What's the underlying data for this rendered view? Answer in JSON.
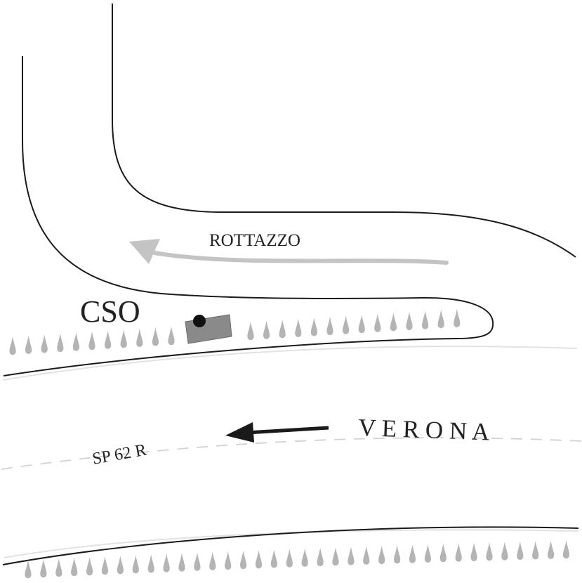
{
  "labels": {
    "station": "CSO",
    "side_road": "ROTTAZZO",
    "main_road_direction": "V E R O N A",
    "road_number": "SP 62 R"
  },
  "colors": {
    "road_edge": "#1a1a1a",
    "side_road_arrow": "#c4c4c4",
    "direction_arrow": "#1a1a1a",
    "center_dash": "#d2d2d2",
    "tree_marks": "#b4b4b4",
    "station_box": "#8a8a8a",
    "station_dot": "#111111",
    "label_text": "#222222"
  },
  "icons": {
    "station_marker": "gray-rectangle-with-black-dot",
    "tree_row": "teardrop-tree-marks",
    "direction_arrow": "arrow-left"
  }
}
